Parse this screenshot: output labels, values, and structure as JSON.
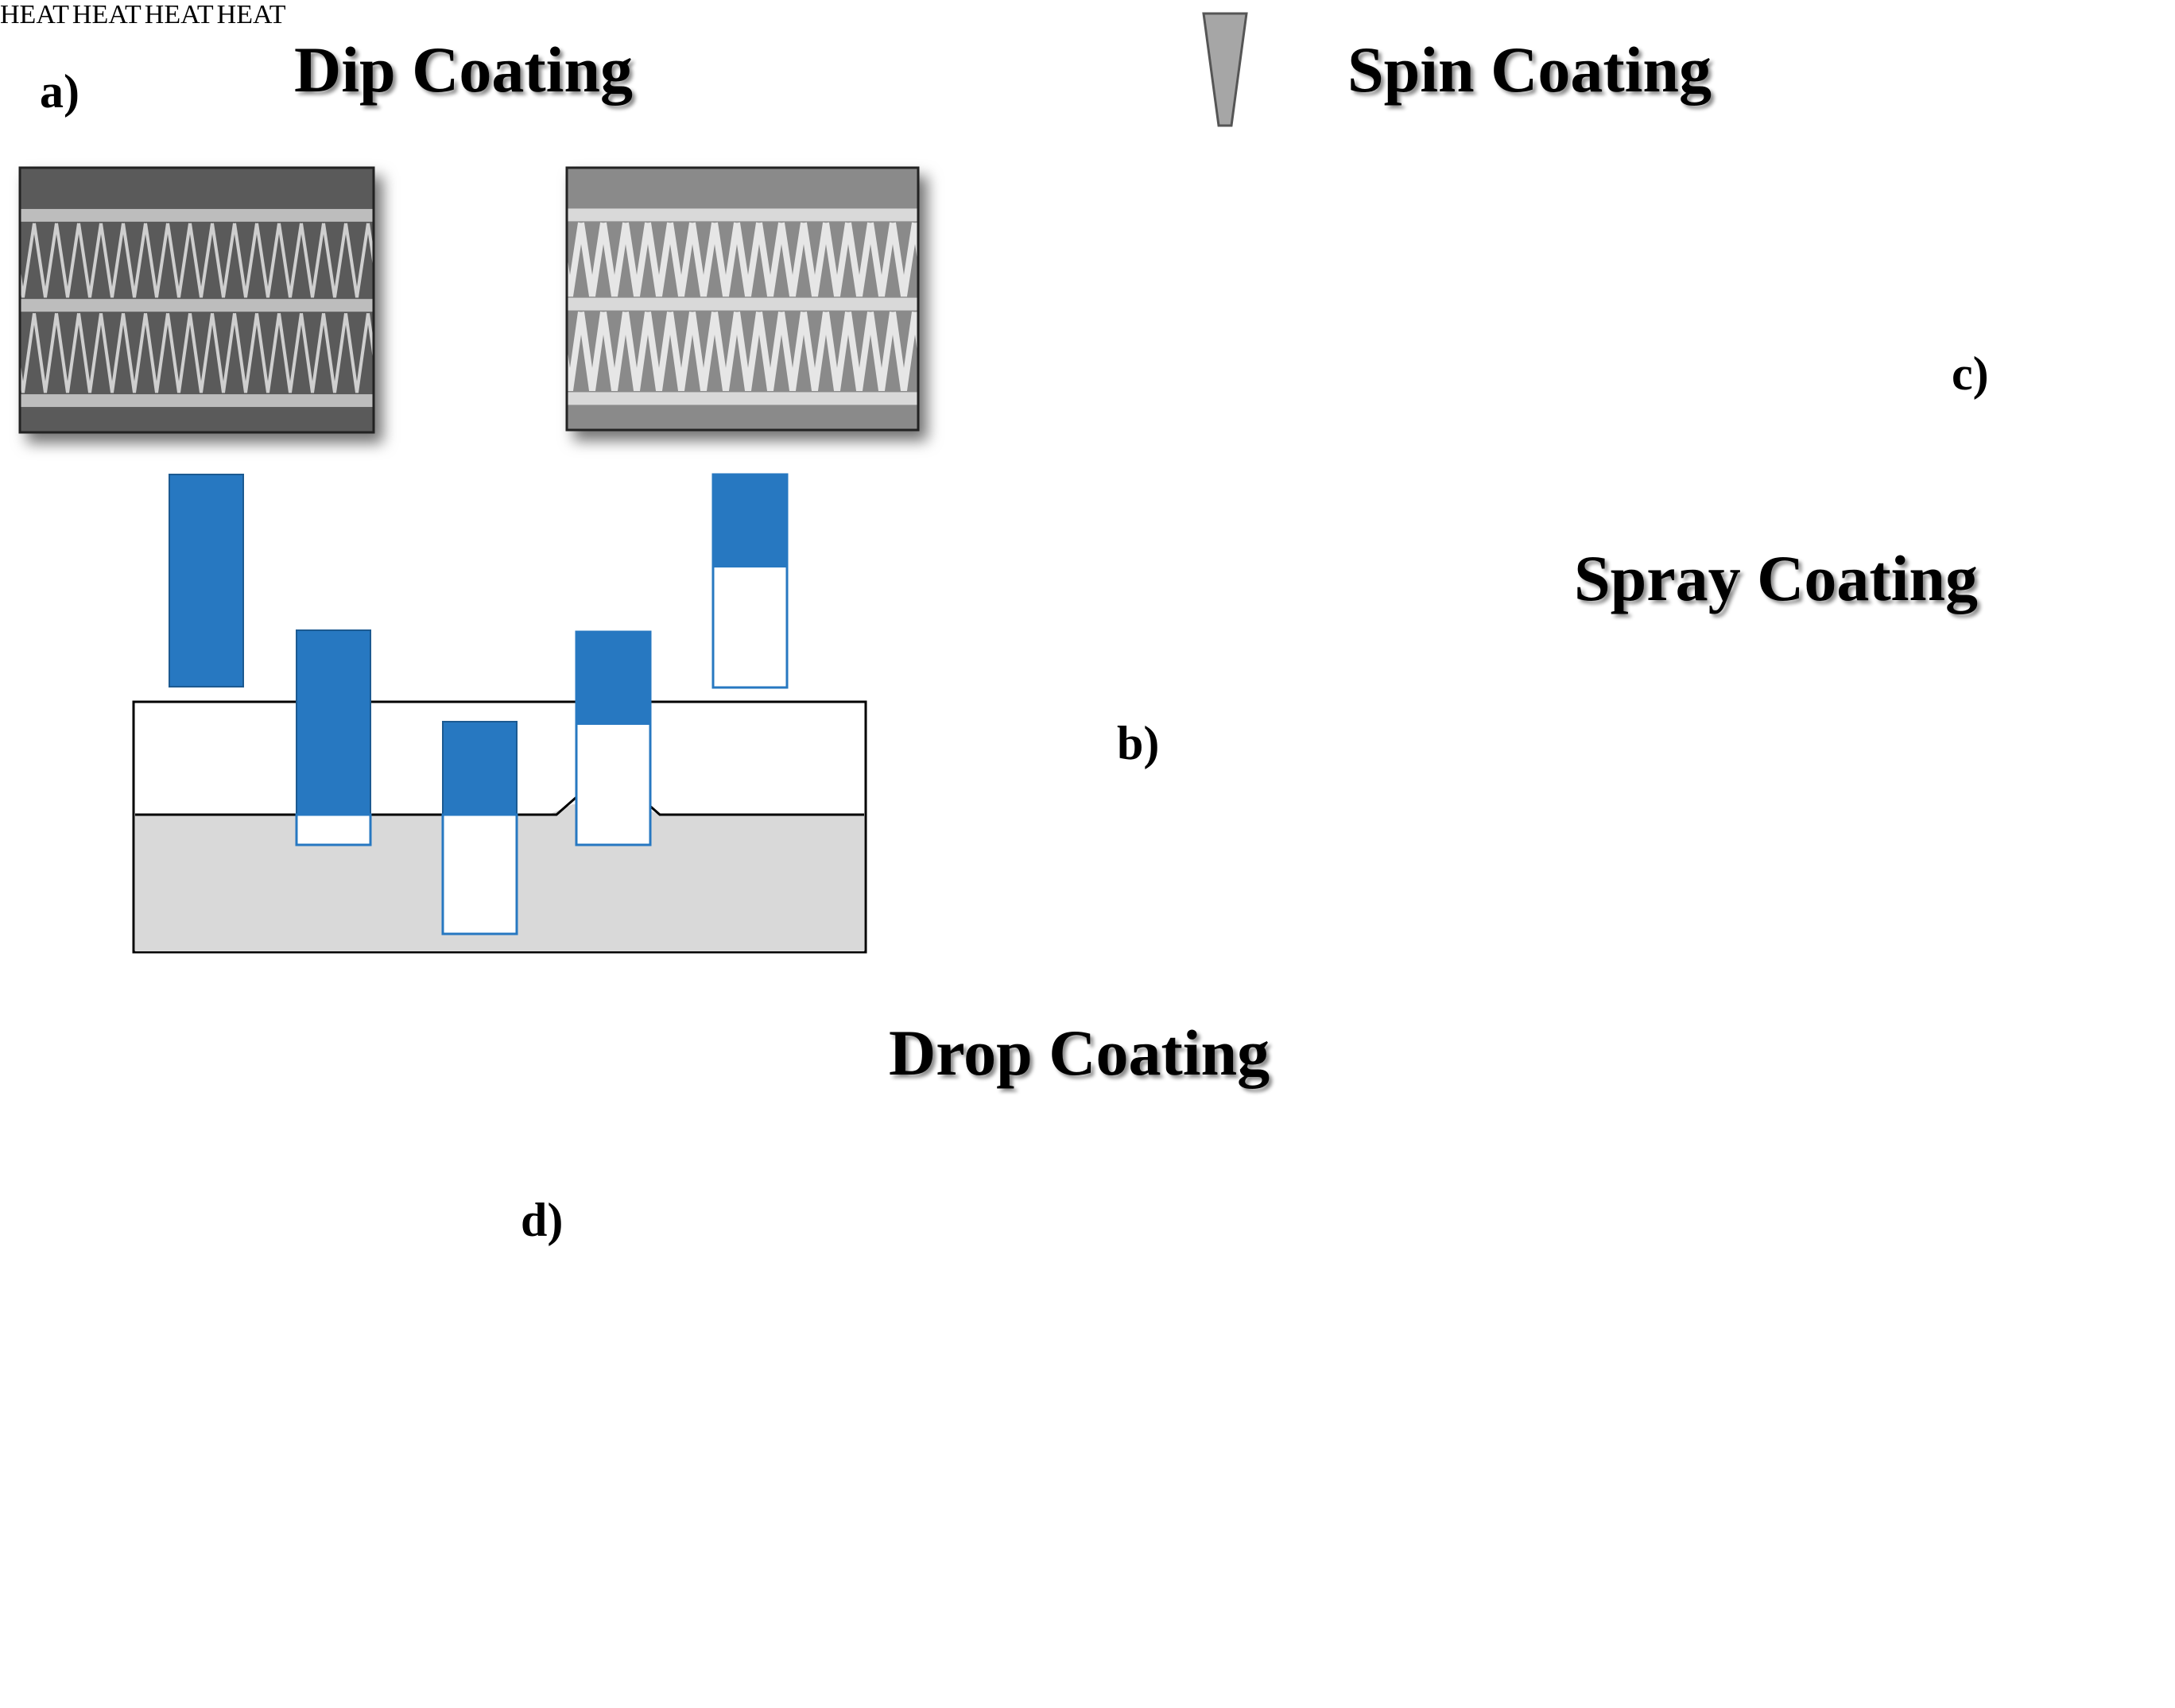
{
  "titles": {
    "dip": "Dip Coating",
    "spin": "Spin Coating",
    "spray": "Spray Coating",
    "drop": "Drop Coating"
  },
  "panel_labels": {
    "a": "a)",
    "b": "b)",
    "c": "c)",
    "d": "d)"
  },
  "heat_labels": [
    "HEAT",
    "HEAT",
    "HEAT",
    "HEAT"
  ],
  "colors": {
    "coating_blue": "#2778c1",
    "spray_gun_blue": "#1a73c8",
    "machine_dark": "#3c3c3c",
    "bath_grey": "#d9d9d9",
    "arrow_grey": "#d0d0d0"
  },
  "icons": {
    "spin_direction": "curved-rotation-arrow-icon",
    "process_direction": "right-arrow-icon",
    "spray_gun": "spray-gun-icon",
    "dispensing_nozzle": "nozzle-icon"
  }
}
